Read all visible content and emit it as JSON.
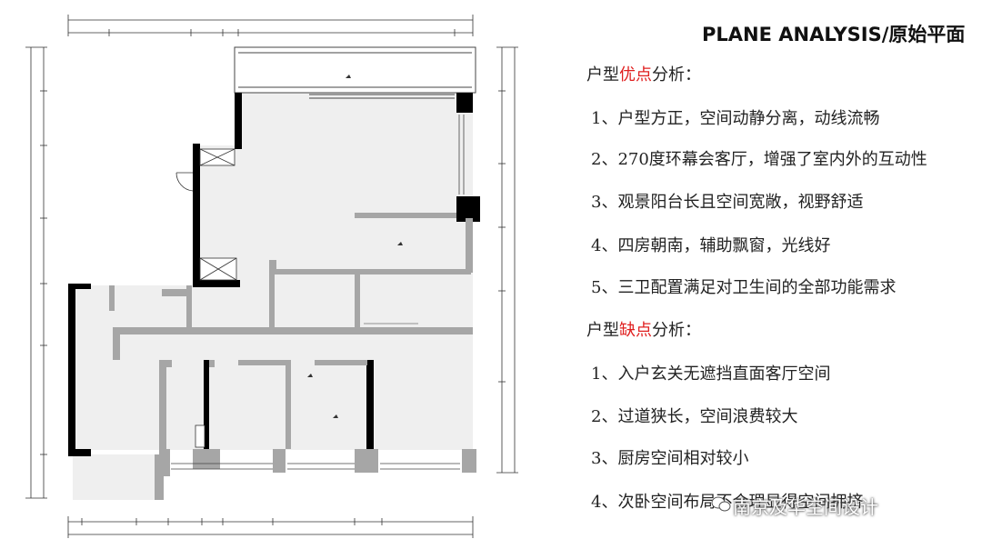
{
  "title": "PLANE ANALYSIS/原始平面",
  "pros": {
    "heading_prefix": "户型",
    "heading_highlight": "优点",
    "heading_suffix": "分析：",
    "items": [
      "1、户型方正，空间动静分离，动线流畅",
      "2、270度环幕会客厅，增强了室内外的互动性",
      "3、观景阳台长且空间宽敞，视野舒适",
      "4、四房朝南，辅助飘窗，光线好",
      "5、三卫配置满足对卫生间的全部功能需求"
    ]
  },
  "cons": {
    "heading_prefix": "户型",
    "heading_highlight": "缺点",
    "heading_suffix": "分析：",
    "items": [
      "1、入户玄关无遮挡直面客厅空间",
      "2、过道狭长，空间浪费较大",
      "3、厨房空间相对较小",
      "4、次卧空间布局不合理显得空间拥挤"
    ]
  },
  "watermark": "南京及华空间设计",
  "colors": {
    "wall": "#000000",
    "partition": "#a6a6a6",
    "floor": "#efefef",
    "dim": "#333333",
    "highlight": "#e02020"
  }
}
